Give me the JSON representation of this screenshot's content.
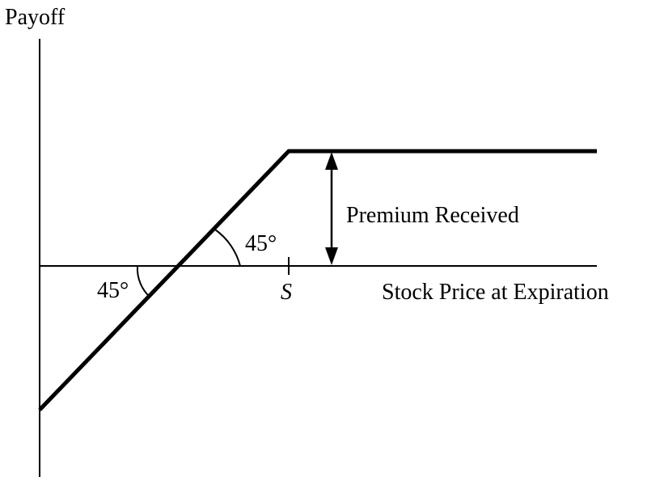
{
  "diagram": {
    "y_axis_label": "Payoff",
    "x_axis_label": "Stock Price at Expiration",
    "strike_label": "S",
    "premium_label": "Premium Received",
    "angle_upper_label": "45°",
    "angle_lower_label": "45°"
  },
  "colors": {
    "line": "#000000",
    "background": "#ffffff"
  }
}
